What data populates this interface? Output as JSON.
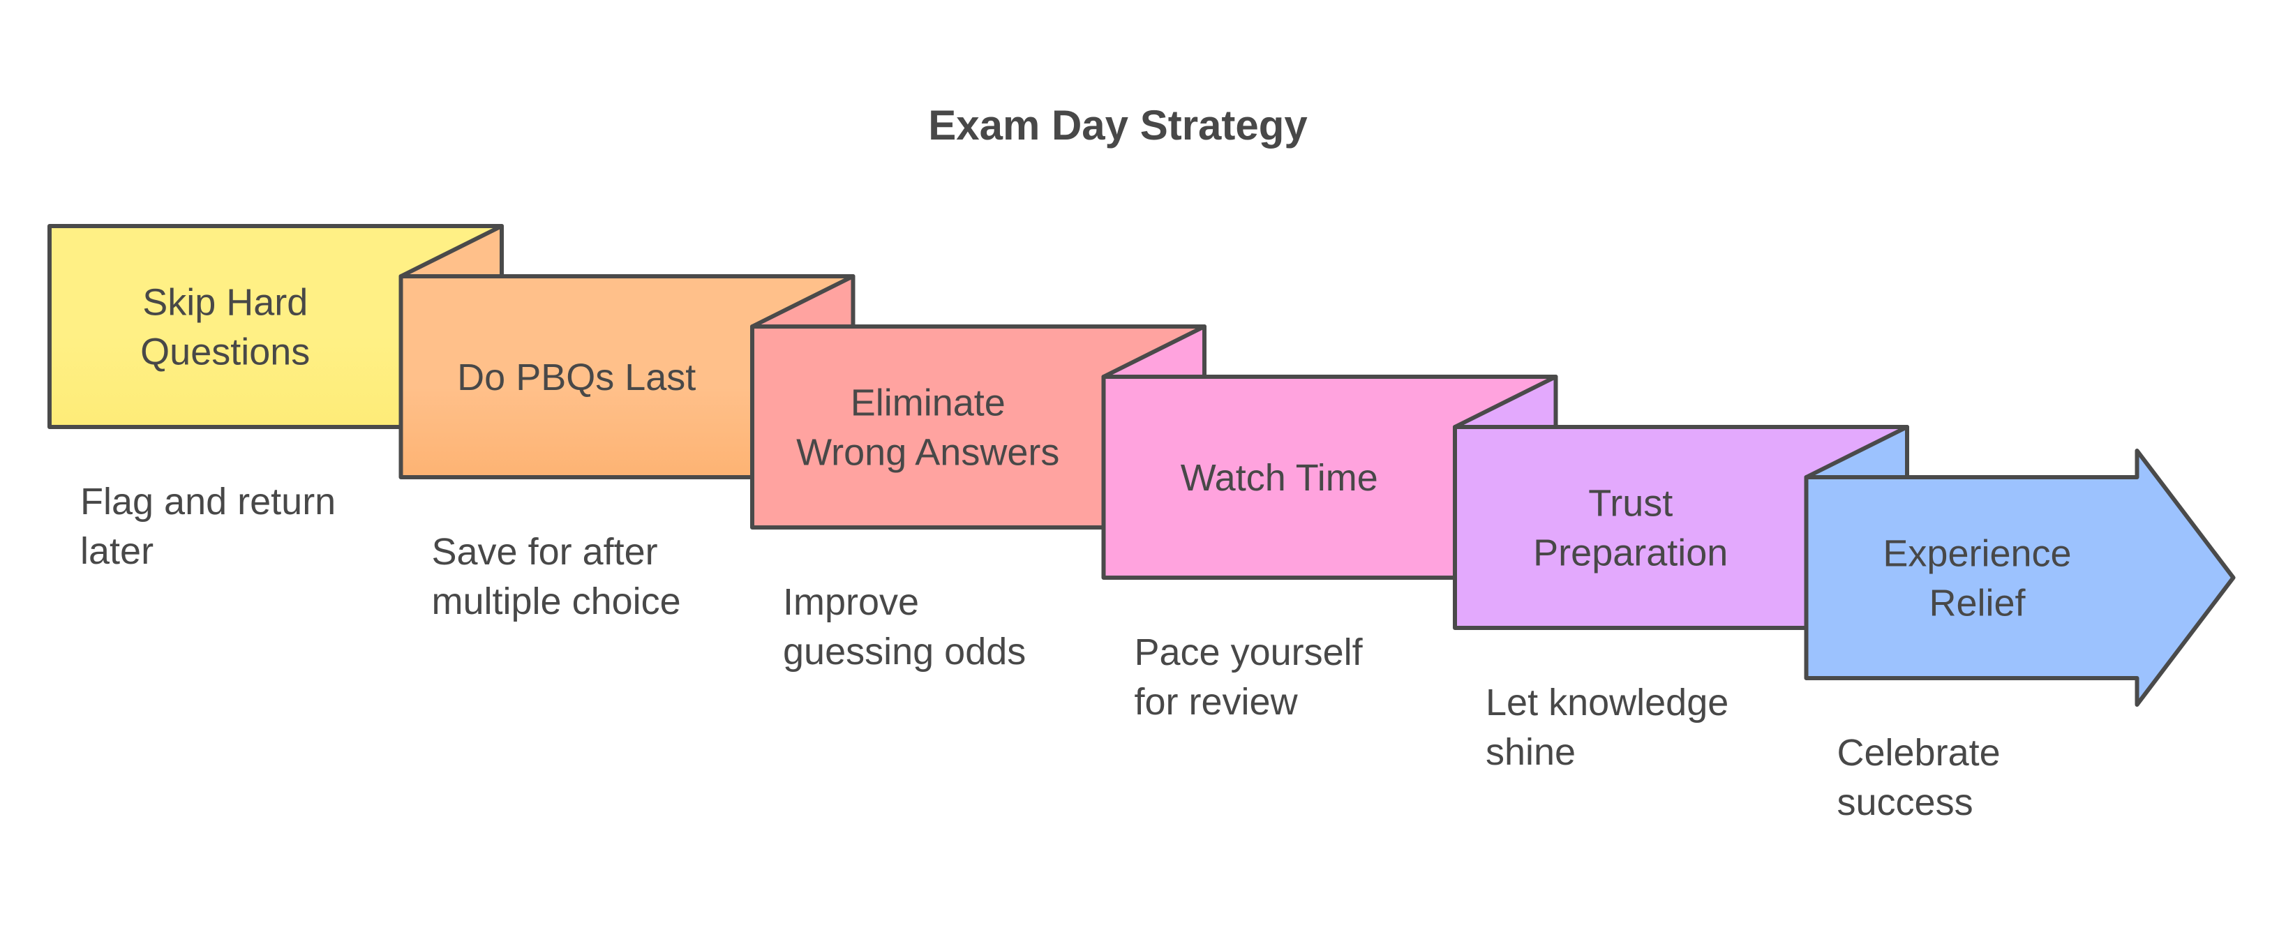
{
  "title": "Exam Day Strategy",
  "stroke_color": "#4A4A4A",
  "steps": [
    {
      "label": [
        "Skip Hard",
        "Questions"
      ],
      "description": [
        "Flag and return",
        "later"
      ],
      "color": "#FFF085",
      "color_bottom": "#FEEC78"
    },
    {
      "label": [
        "Do PBQs Last"
      ],
      "description": [
        "Save for after",
        "multiple choice"
      ],
      "color": "#FFC08A",
      "color_bottom": "#FDB373"
    },
    {
      "label": [
        "Eliminate",
        "Wrong Answers"
      ],
      "description": [
        "Improve",
        "guessing odds"
      ],
      "color": "#FFA3A0",
      "color_bottom": "#FFA3A0"
    },
    {
      "label": [
        "Watch Time"
      ],
      "description": [
        "Pace yourself",
        "for review"
      ],
      "color": "#FFA3DE",
      "color_bottom": "#FFA3DE"
    },
    {
      "label": [
        "Trust",
        "Preparation"
      ],
      "description": [
        "Let knowledge",
        "shine"
      ],
      "color": "#E3A9FD",
      "color_bottom": "#E3A9FD"
    },
    {
      "label": [
        "Experience",
        "Relief"
      ],
      "description": [
        "Celebrate",
        "success"
      ],
      "color": "#9CC2FE",
      "color_bottom": "#9CC2FE"
    }
  ]
}
